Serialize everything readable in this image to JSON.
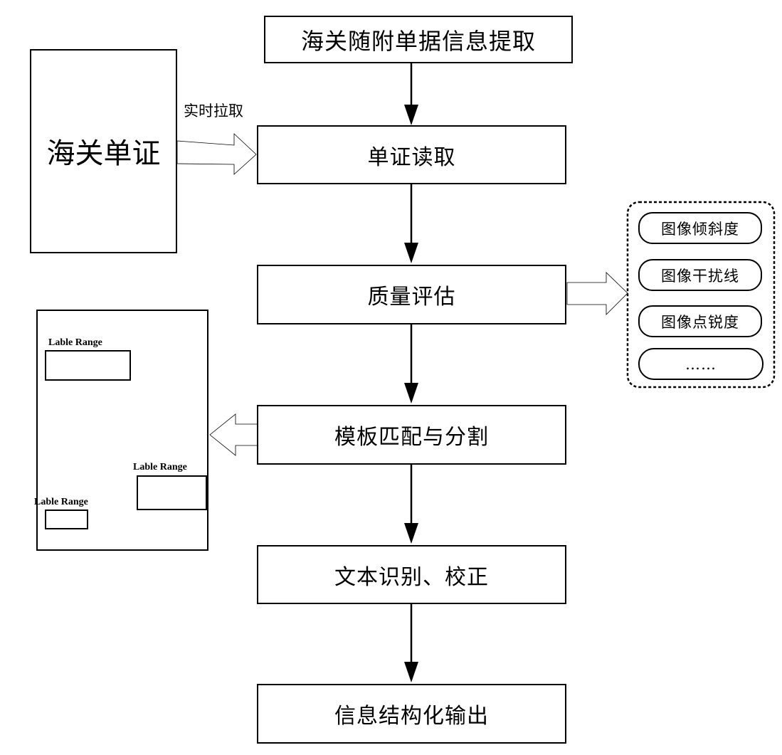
{
  "diagram": {
    "steps": [
      "海关随附单据信息提取",
      "单证读取",
      "质量评估",
      "模板匹配与分割",
      "文本识别、校正",
      "信息结构化输出"
    ],
    "source_document": "海关单证",
    "pull_label": "实时拉取",
    "quality_factors": [
      "图像倾斜度",
      "图像干扰线",
      "图像点锐度",
      "……"
    ],
    "template_labels": [
      "Lable Range",
      "Lable Range",
      "Lable Range"
    ]
  }
}
